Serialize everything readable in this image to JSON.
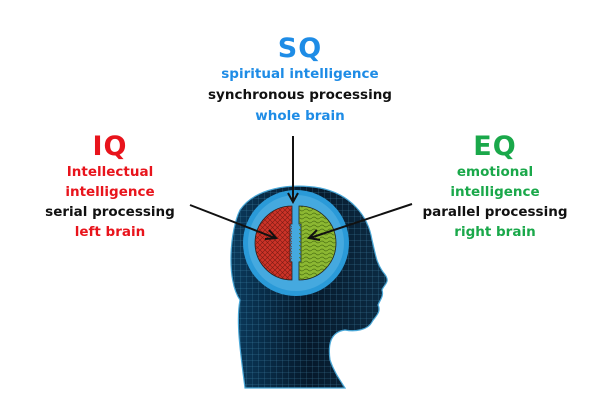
{
  "sq": {
    "title": "SQ",
    "line1": "spiritual intelligence",
    "line2": "synchronous processing",
    "line3": "whole brain"
  },
  "iq": {
    "title": "IQ",
    "line1": "Intellectual",
    "line2": "intelligence",
    "line3": "serial processing",
    "line4": "left brain"
  },
  "eq": {
    "title": "EQ",
    "line1": "emotional",
    "line2": "intelligence",
    "line3": "parallel processing",
    "line4": "right brain"
  },
  "colors": {
    "sq": "#1e8ce6",
    "iq": "#e8141c",
    "eq": "#1aa84a",
    "text": "#111111",
    "left_brain": "#cc3328",
    "right_brain": "#8cb832",
    "ring": "#2a9ad8"
  }
}
